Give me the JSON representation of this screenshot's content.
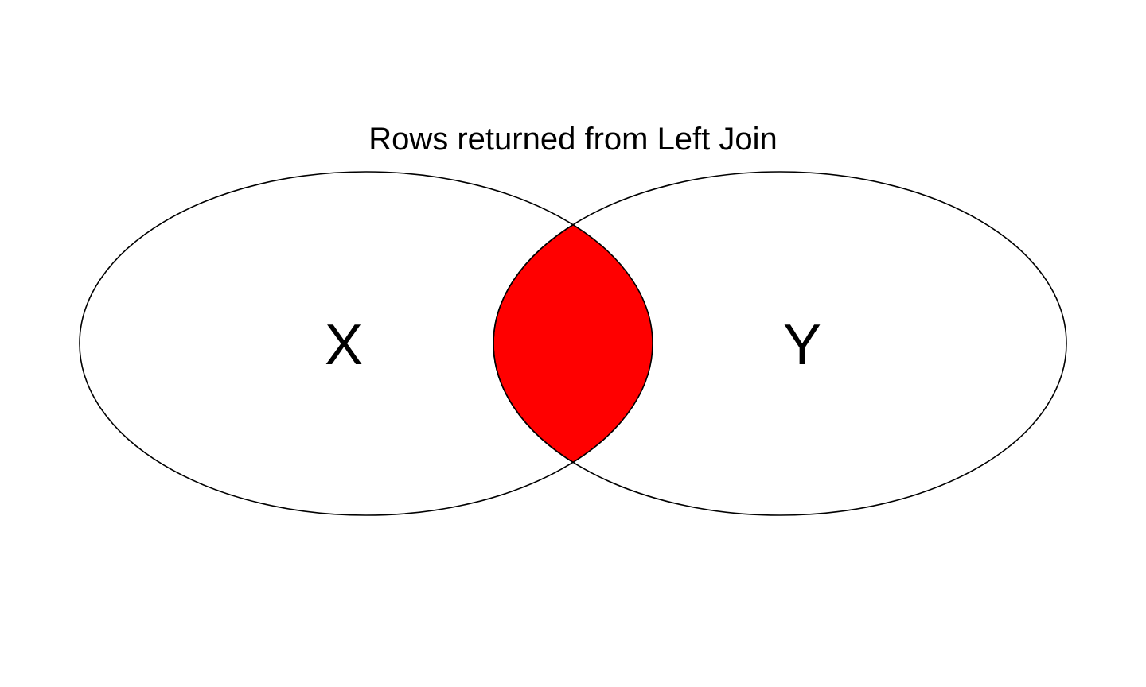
{
  "diagram": {
    "title": "Rows returned from Left Join",
    "sets": [
      {
        "label": "X"
      },
      {
        "label": "Y"
      }
    ],
    "highlighted_region": "intersection",
    "colors": {
      "highlight": "#ff0000",
      "outline": "#000000",
      "background": "#ffffff"
    }
  }
}
